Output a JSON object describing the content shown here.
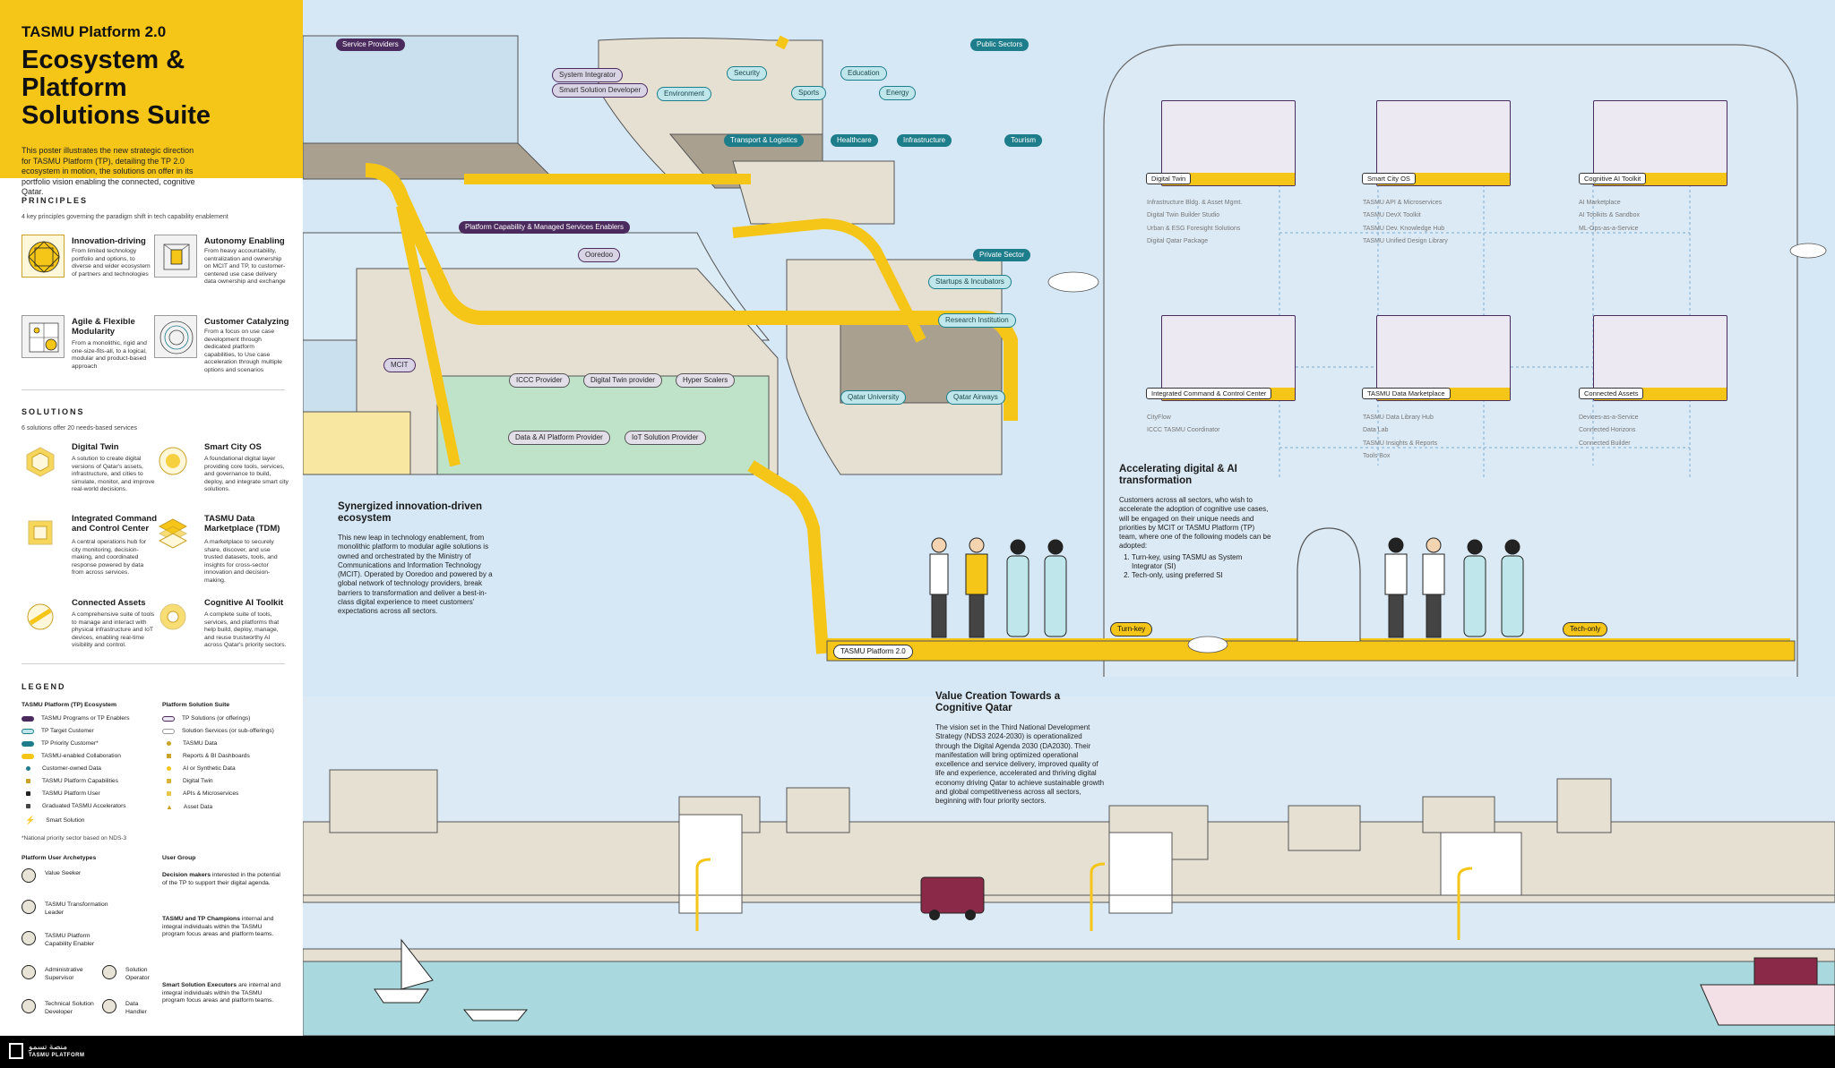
{
  "header": {
    "subtitle": "TASMU Platform 2.0",
    "title_line1": "Ecosystem & Platform",
    "title_line2": "Solutions Suite",
    "intro": "This poster illustrates the new strategic direction for TASMU Platform (TP), detailing the TP 2.0 ecosystem in motion, the solutions on offer in its portfolio vision enabling the connected, cognitive Qatar."
  },
  "principles": {
    "heading": "PRINCIPLES",
    "subheading": "4 key principles governing the paradigm shift in tech capability enablement",
    "items": [
      {
        "title": "Innovation-driving",
        "desc": "From limited technology portfolio and options, to diverse and wider ecosystem of partners and technologies"
      },
      {
        "title": "Autonomy Enabling",
        "desc": "From heavy accountability, centralization and ownership on MCIT and TP, to customer-centered use case delivery data ownership and exchange"
      },
      {
        "title": "Agile & Flexible Modularity",
        "desc": "From a monolithic, rigid and one-size-fits-all, to a logical, modular and product-based approach"
      },
      {
        "title": "Customer Catalyzing",
        "desc": "From a focus on use case development through dedicated platform capabilities, to Use case acceleration through multiple options and scenarios"
      }
    ]
  },
  "solutions": {
    "heading": "SOLUTIONS",
    "subheading": "6 solutions offer 20 needs-based services",
    "items": [
      {
        "title": "Digital Twin",
        "desc": "A solution to create digital versions of Qatar's assets, infrastructure, and cities to simulate, monitor, and improve real-world decisions."
      },
      {
        "title": "Smart City OS",
        "desc": "A foundational digital layer providing core tools, services, and governance to build, deploy, and integrate smart city solutions."
      },
      {
        "title": "Integrated Command and Control Center",
        "desc": "A central operations hub for city monitoring, decision-making, and coordinated response powered by data from across services."
      },
      {
        "title": "TASMU Data Marketplace (TDM)",
        "desc": "A marketplace to securely share, discover, and use trusted datasets, tools, and insights for cross-sector innovation and decision-making."
      },
      {
        "title": "Connected Assets",
        "desc": "A comprehensive suite of tools to manage and interact with physical infrastructure and IoT devices, enabling real-time visibility and control."
      },
      {
        "title": "Cognitive AI Toolkit",
        "desc": "A complete suite of tools, services, and platforms that help build, deploy, manage, and reuse trustworthy AI across Qatar's priority sectors."
      }
    ]
  },
  "legend": {
    "heading": "LEGEND",
    "col1_title": "TASMU Platform (TP) Ecosystem",
    "col1": [
      "TASMU Programs or TP Enablers",
      "TP Target Customer",
      "TP Priority Customer*",
      "TASMU-enabled Collaboration",
      "Customer-owned Data",
      "TASMU Platform Capabilities",
      "TASMU Platform User",
      "Graduated TASMU Accelerators",
      "Smart Solution"
    ],
    "col2_title": "Platform Solution Suite",
    "col2": [
      "TP Solutions (or offerings)",
      "Solution Services (or sub-offerings)",
      "TASMU Data",
      "Reports & BI Dashboards",
      "AI or Synthetic Data",
      "Digital Twin",
      "APIs & Microservices",
      "Asset Data"
    ],
    "footnote": "*National priority sector based on NDS-3",
    "archetypes_title": "Platform User Archetypes",
    "user_group_title": "User Group",
    "archetypes": [
      "Value Seeker",
      "TASMU Transformation Leader",
      "TASMU Platform Capability Enabler",
      "Administrative Supervisor",
      "Solution Operator",
      "Technical Solution Developer",
      "Data Handler"
    ],
    "groups": [
      {
        "bold": "Decision makers",
        "rest": " interested in the potential of the TP to support their digital agenda."
      },
      {
        "bold": "TASMU and TP Champions",
        "rest": " internal and integral individuals within the TASMU program focus areas and platform teams."
      },
      {
        "bold": "Smart Solution Executors",
        "rest": " are internal and integral individuals within the TASMU program focus areas and platform teams."
      }
    ]
  },
  "footer": {
    "logo_ar": "منصة تسمو",
    "logo_en": "TASMU PLATFORM"
  },
  "ecosystem": {
    "service_providers": "Service Providers",
    "system_integrator": "System Integrator",
    "smart_solution_developer": "Smart Solution Developer",
    "public_sectors": "Public Sectors",
    "environment": "Environment",
    "security": "Security",
    "sports": "Sports",
    "education": "Education",
    "energy": "Energy",
    "transport": "Transport & Logistics",
    "healthcare": "Healthcare",
    "infrastructure": "Infrastructure",
    "tourism": "Tourism",
    "platform_enablers": "Platform Capability & Managed Services Enablers",
    "ooredoo": "Ooredoo",
    "private_sector": "Private Sector",
    "startups": "Startups & Incubators",
    "research": "Research Institution",
    "mcit": "MCIT",
    "iccc_provider": "ICCC Provider",
    "digital_twin_provider": "Digital Twin provider",
    "hyper_scalers": "Hyper Scalers",
    "data_ai_provider": "Data & AI Platform Provider",
    "iot_provider": "IoT Solution Provider",
    "qatar_university": "Qatar University",
    "qatar_airways": "Qatar Airways",
    "tasmu_platform": "TASMU Platform 2.0",
    "turnkey": "Turn-key",
    "techonly": "Tech-only"
  },
  "synergized": {
    "title": "Synergized innovation-driven ecosystem",
    "body": "This new leap in technology enablement, from monolithic platform to modular agile solutions is owned and orchestrated by the Ministry of Communications and Information Technology (MCIT). Operated by Ooredoo and powered by a global network of technology providers, break barriers to transformation and deliver a best-in-class digital experience to meet customers' expectations across all sectors."
  },
  "accelerating": {
    "title": "Accelerating digital & AI transformation",
    "body": "Customers across all sectors, who wish to accelerate the adoption of cognitive use cases, will be engaged on their unique needs and priorities by MCIT or TASMU Platform (TP) team, where one of the following models can be adopted:",
    "items": [
      "Turn-key, using TASMU as System Integrator (SI)",
      "Tech-only, using preferred SI"
    ]
  },
  "suite": [
    {
      "label": "Digital Twin",
      "services": [
        "Infrastructure Bldg. & Asset Mgmt.",
        "Digital Twin Builder Studio",
        "Urban & ESG Foresight Solutions",
        "Digital Qatar Package"
      ]
    },
    {
      "label": "Smart City OS",
      "services": [
        "TASMU API & Microservices",
        "TASMU DevX Toolkit",
        "TASMU Dev. Knowledge Hub",
        "TASMU Unified Design Library"
      ]
    },
    {
      "label": "Cognitive AI Toolkit",
      "services": [
        "AI Marketplace",
        "AI Toolkits & Sandbox",
        "ML-Ops-as-a-Service"
      ]
    },
    {
      "label": "Integrated Command & Control Center",
      "services": [
        "CityFlow",
        "ICCC TASMU Coordinator"
      ]
    },
    {
      "label": "TASMU Data Marketplace",
      "services": [
        "TASMU Data Library Hub",
        "Data Lab",
        "TASMU Insights & Reports",
        "Tools Box"
      ]
    },
    {
      "label": "Connected Assets",
      "services": [
        "Devices-as-a-Service",
        "Connected Horizons",
        "Connected Builder"
      ]
    }
  ],
  "value": {
    "title": "Value Creation Towards a Cognitive Qatar",
    "body": "The vision set in the Third National Development Strategy (NDS3 2024-2030) is operationalized through the Digital Agenda 2030 (DA2030). Their manifestation will bring optimized operational excellence and service delivery, improved quality of life and experience, accelerated and thriving digital economy driving Qatar to achieve sustainable growth and global competitiveness across all sectors, beginning with four priority sectors."
  },
  "colors": {
    "yellow": "#f5c518",
    "purple": "#4b2a5e",
    "teal": "#1e7d8a",
    "sky": "#d6e8f5",
    "sand": "#e6e0d2"
  }
}
